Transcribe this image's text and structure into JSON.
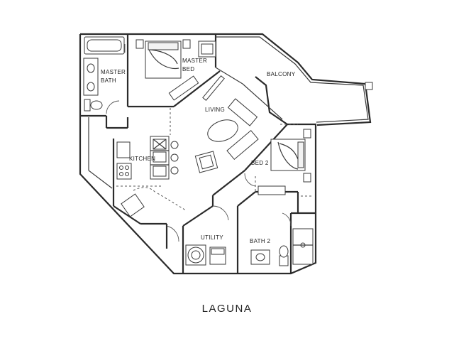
{
  "plan": {
    "title": "LAGUNA",
    "rooms": {
      "master_bath_line1": "MASTER",
      "master_bath_line2": "BATH",
      "master_bed_line1": "MASTER",
      "master_bed_line2": "BED",
      "balcony": "BALCONY",
      "living": "LIVING",
      "kitchen": "KITCHEN",
      "bed2": "BED 2",
      "utility": "UTILITY",
      "bath2": "BATH 2"
    }
  }
}
